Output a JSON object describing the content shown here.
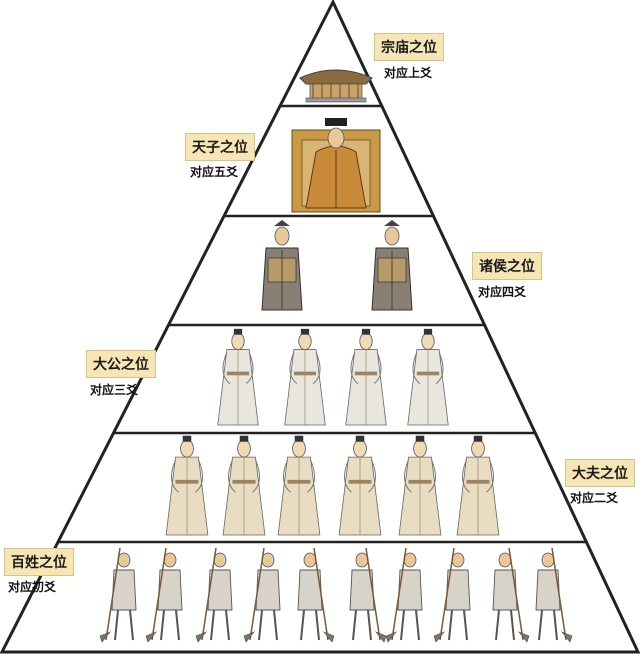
{
  "colors": {
    "label_bg": "#f7e6b5",
    "line": "#222222",
    "robe_white": "#e9e6de",
    "robe_tan": "#e9dcc0",
    "gold": "#c99a45"
  },
  "tiers": [
    {
      "title": "宗庙之位",
      "subtitle": "对应上爻",
      "figures": 1,
      "kind": "temple"
    },
    {
      "title": "天子之位",
      "subtitle": "对应五爻",
      "figures": 1,
      "kind": "emperor"
    },
    {
      "title": "诸侯之位",
      "subtitle": "对应四爻",
      "figures": 2,
      "kind": "lord"
    },
    {
      "title": "大公之位",
      "subtitle": "对应三爻",
      "figures": 4,
      "kind": "minister"
    },
    {
      "title": "大夫之位",
      "subtitle": "对应二爻",
      "figures": 6,
      "kind": "official"
    },
    {
      "title": "百姓之位",
      "subtitle": "对应初爻",
      "figures": 10,
      "kind": "peasant"
    }
  ]
}
